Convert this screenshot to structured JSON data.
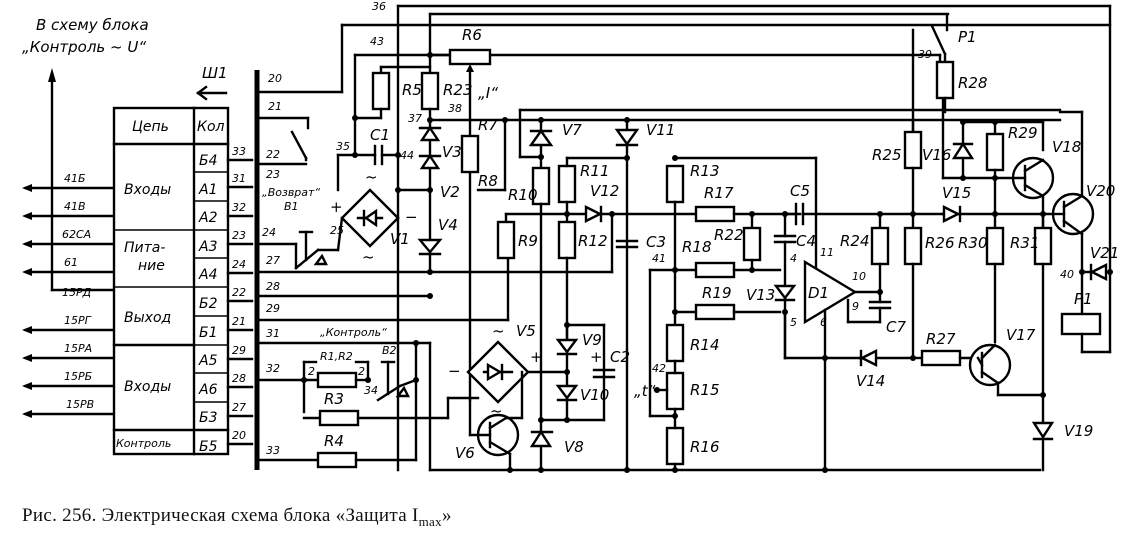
{
  "figure": {
    "caption": "Рис. 256. Электрическая схема блока «Защита I",
    "caption_sub": "max",
    "caption_end": "»"
  },
  "header_note": {
    "line1": "В схему блока",
    "line2": "„Контроль ~ U“"
  },
  "connector": {
    "name": "Ш1",
    "table_headers": {
      "circuit": "Цепь",
      "pin": "Кол"
    },
    "groups": [
      {
        "label": "Входы"
      },
      {
        "label": "Пита-"
      },
      {
        "label": "ние"
      },
      {
        "label": "Выход"
      },
      {
        "label": "Входы"
      },
      {
        "label": "Контроль"
      }
    ],
    "pins": [
      "Б4",
      "А1",
      "А2",
      "А3",
      "А4",
      "Б2",
      "Б1",
      "А5",
      "А6",
      "Б3",
      "Б5"
    ],
    "contacts": [
      "33",
      "31",
      "32",
      "23",
      "24",
      "22",
      "21",
      "29",
      "28",
      "27",
      "20"
    ],
    "external_lines": [
      "41Б",
      "41В",
      "62СА",
      "61",
      "15РД",
      "15РГ",
      "15РА",
      "15РБ",
      "15РВ"
    ]
  },
  "nodes": {
    "n20": "20",
    "n21": "21",
    "n22": "22",
    "n23": "23",
    "n24": "24",
    "n25": "25",
    "n27": "27",
    "n28": "28",
    "n29": "29",
    "n31": "31",
    "n32": "32",
    "n33": "33",
    "n34": "34",
    "n35": "35",
    "n36": "36",
    "n37": "37",
    "n38": "38",
    "n39": "39",
    "n40": "40",
    "n41": "41",
    "n42": "42",
    "n43": "43",
    "n44": "44"
  },
  "signals": {
    "return_label": "„Возврат“",
    "control_label": "„Контроль“",
    "current_label": "„I“",
    "temp_label": "„t“"
  },
  "components": {
    "resistors": [
      "R1,R2",
      "R3",
      "R4",
      "R5",
      "R6",
      "R7",
      "R8",
      "R9",
      "R10",
      "R11",
      "R12",
      "R13",
      "R14",
      "R15",
      "R16",
      "R17",
      "R18",
      "R19",
      "R22",
      "R23",
      "R24",
      "R25",
      "R26",
      "R27",
      "R28",
      "R29",
      "R30",
      "R31"
    ],
    "capacitors": [
      "C1",
      "C2",
      "C3",
      "C4",
      "C5",
      "C7"
    ],
    "diodes": [
      "V1",
      "V2",
      "V3",
      "V4",
      "V5",
      "V7",
      "V8",
      "V9",
      "V10",
      "V11",
      "V12",
      "V13",
      "V14",
      "V15",
      "V16",
      "V19",
      "V21"
    ],
    "transistors": [
      "V6",
      "V17",
      "V18",
      "V20"
    ],
    "ic": "D1",
    "ic_pins": {
      "p4": "4",
      "p5": "5",
      "p6": "6",
      "p9": "9",
      "p10": "10",
      "p11": "11"
    },
    "buttons": [
      "В1",
      "В2"
    ],
    "relay": "P1",
    "pin_two": "2"
  },
  "symbols": {
    "plus": "+",
    "minus": "−",
    "ac": "~"
  }
}
